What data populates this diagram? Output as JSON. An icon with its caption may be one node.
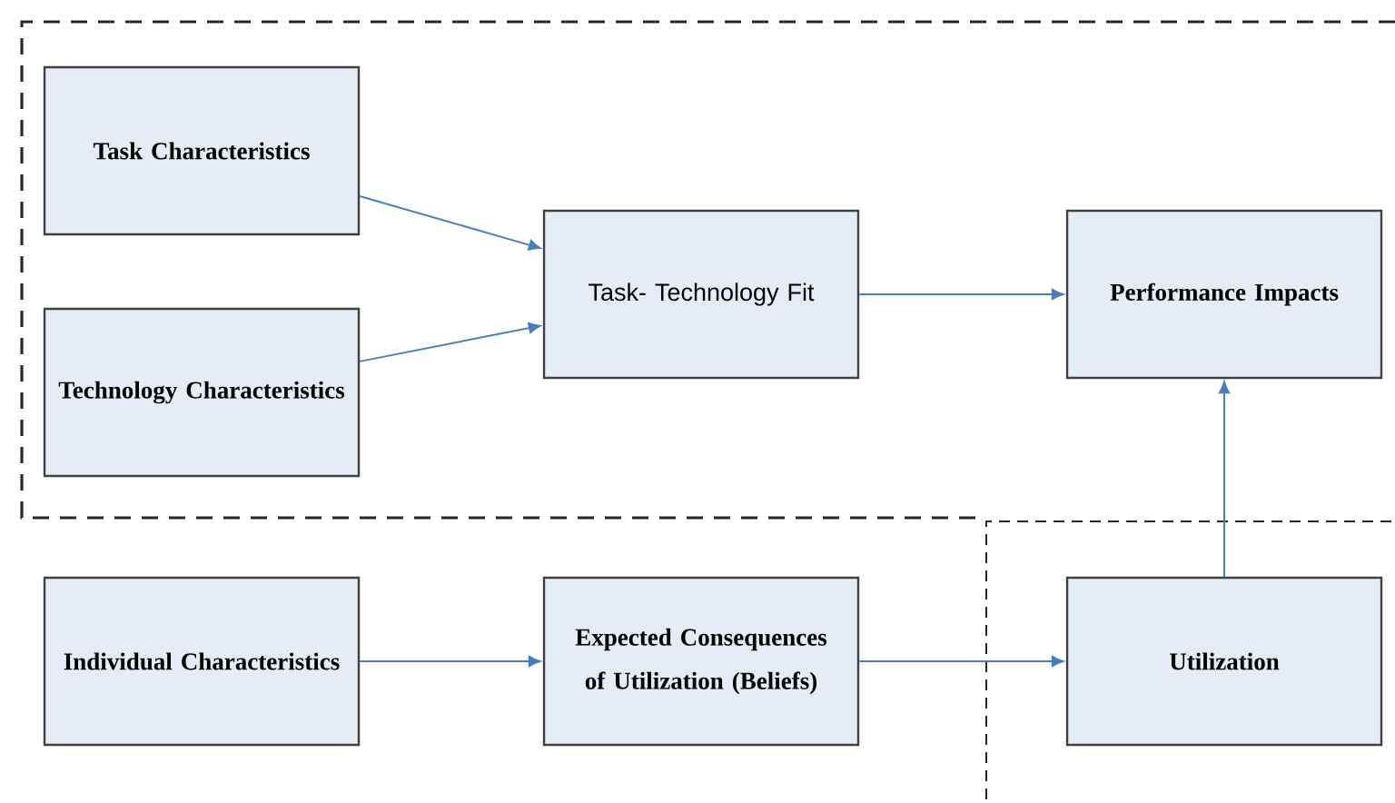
{
  "diagram": {
    "nodes": [
      {
        "text": [
          "Task Characteristics"
        ]
      },
      {
        "text": [
          "Technology Characteristics"
        ]
      },
      {
        "text": [
          "Task- Technology Fit"
        ]
      },
      {
        "text": [
          "Performance Impacts"
        ]
      },
      {
        "text": [
          "Individual Characteristics"
        ]
      },
      {
        "text": [
          "Expected Consequences of Utilization (Beliefs)"
        ]
      },
      {
        "text": [
          "Utilization"
        ]
      }
    ],
    "edges": [
      {
        "from": 0,
        "to": 2,
        "arrow": "to"
      },
      {
        "from": 1,
        "to": 2,
        "arrow": "to"
      },
      {
        "from": 2,
        "to": 3,
        "arrow": "to"
      },
      {
        "from": 4,
        "to": 5,
        "arrow": "to"
      },
      {
        "from": 5,
        "to": 6,
        "arrow": "to"
      },
      {
        "from": 6,
        "to": 3,
        "arrow": "to"
      }
    ]
  }
}
